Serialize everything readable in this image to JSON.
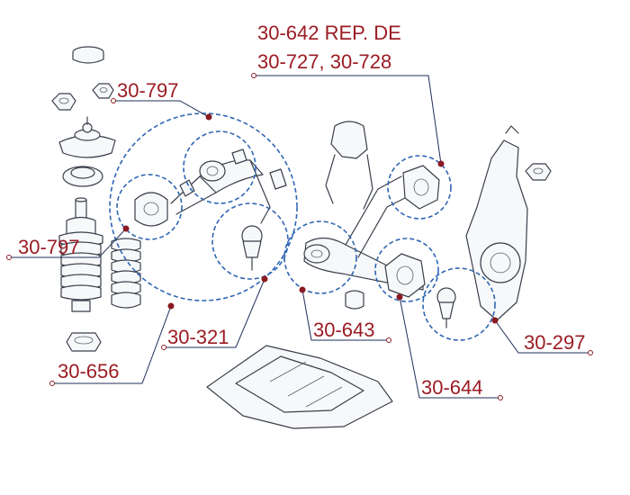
{
  "callouts": {
    "ref_line1": "30-642 REP. DE",
    "ref_line2": "30-727, 30-728",
    "top_left": "30-797",
    "left": "30-797",
    "lower_left": "30-656",
    "lower_middle": "30-321",
    "middle": "30-643",
    "bottom_right": "30-644",
    "right": "30-297"
  },
  "colors": {
    "label_text": "#9b1c24",
    "highlight_dashed": "#2f66b3",
    "leader_line": "#1f2f5a",
    "part_outline": "#3a3f4a"
  }
}
